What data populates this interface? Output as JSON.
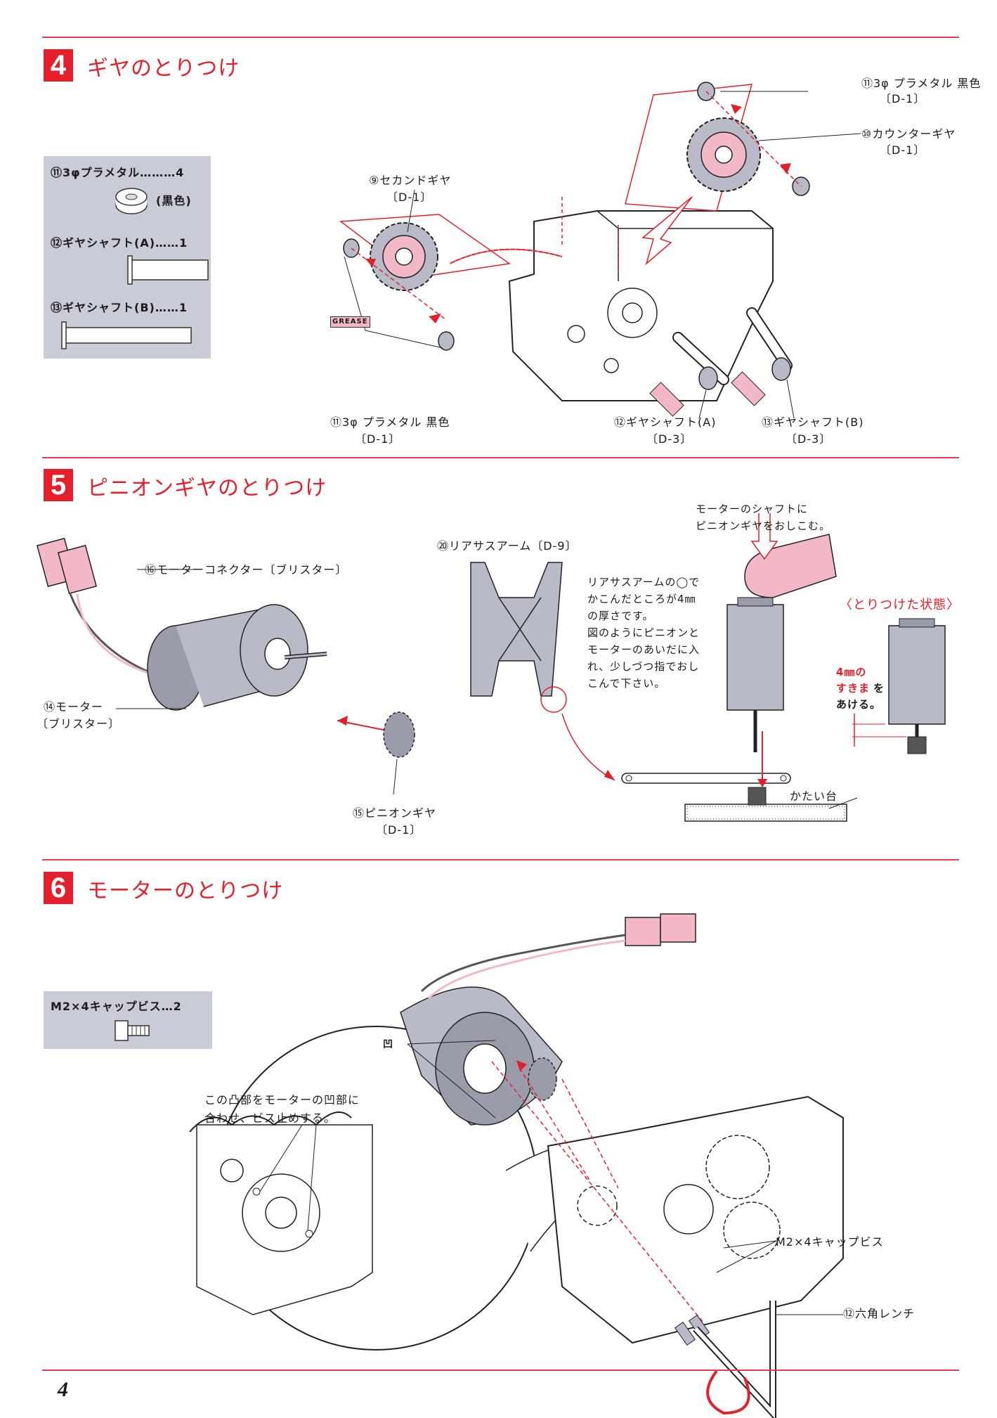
{
  "colors": {
    "accent": "#e3202a",
    "rule": "#e0414f",
    "parts_box": "#c9cbd6",
    "part_fill": "#b8bac8",
    "pink": "#f2b8c6"
  },
  "step4": {
    "number": "4",
    "title": "ギヤのとりつけ",
    "parts": [
      {
        "label": "⑪3φプラメタル………4",
        "note": "(黒色)"
      },
      {
        "label": "⑫ギヤシャフト(A)……1"
      },
      {
        "label": "⑬ギヤシャフト(B)……1"
      }
    ],
    "callouts": {
      "second_gear": "⑨セカンドギヤ",
      "second_gear_code": "〔D-1〕",
      "metal_top": "⑪3φ プラメタル 黒色",
      "metal_top_code": "〔D-1〕",
      "counter_gear": "⑩カウンターギヤ",
      "counter_gear_code": "〔D-1〕",
      "metal_bottom": "⑪3φ プラメタル 黒色",
      "metal_bottom_code": "〔D-1〕",
      "shaft_a": "⑫ギヤシャフト(A)",
      "shaft_a_code": "〔D-3〕",
      "shaft_b": "⑬ギヤシャフト(B)",
      "shaft_b_code": "〔D-3〕",
      "grease": "GREASE"
    }
  },
  "step5": {
    "number": "5",
    "title": "ピニオンギヤのとりつけ",
    "callouts": {
      "connector": "⑯モーターコネクター〔ブリスター〕",
      "motor": "⑭モーター",
      "motor_code": "〔ブリスター〕",
      "pinion": "⑮ピニオンギヤ",
      "pinion_code": "〔D-1〕",
      "rear_arm": "⑳リアサスアーム〔D-9〕",
      "instruction": "リアサスアームの◯で\nかこんだところが4㎜\nの厚さです。\n図のようにピニオンと\nモーターのあいだに入\nれ、少しづつ指でおし\nこんで下さい。",
      "push_note": "モーターのシャフトに\nピニオンギヤをおしこむ。",
      "installed_state": "〈とりつけた状態〉",
      "gap_line1": "4㎜の",
      "gap_line2": "すきま",
      "gap_line2b": "を",
      "gap_line3": "あける。",
      "hard_base": "かたい台"
    }
  },
  "step6": {
    "number": "6",
    "title": "モーターのとりつけ",
    "parts": [
      {
        "label": "M2×4キャップビス…2"
      }
    ],
    "callouts": {
      "recess": "凹",
      "detail_note": "この凸部をモーターの凹部に\n合わせ、ビス止めする。",
      "screw": "M2×4キャップビス",
      "wrench": "⑫六角レンチ"
    }
  },
  "page_number": "4"
}
